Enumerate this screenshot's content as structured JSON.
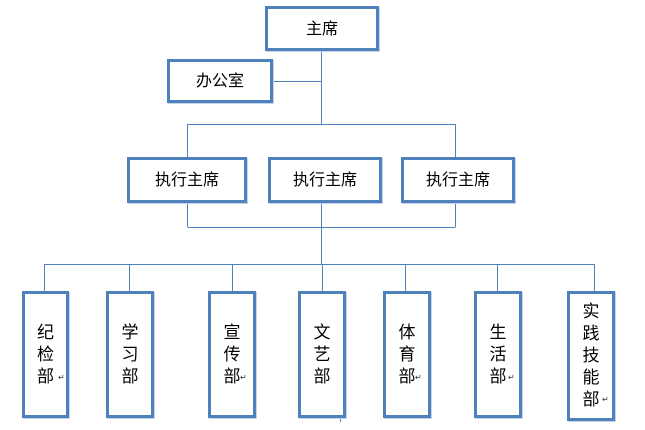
{
  "chairman": "主席",
  "office": "办公室",
  "executive_chairs": [
    "执行主席",
    "执行主席",
    "执行主席"
  ],
  "departments": [
    {
      "name": "纪检部",
      "chars": [
        "纪",
        "检",
        "部"
      ]
    },
    {
      "name": "学习部",
      "chars": [
        "学",
        "习",
        "部"
      ]
    },
    {
      "name": "宣传部",
      "chars": [
        "宣",
        "传",
        "部"
      ]
    },
    {
      "name": "文艺部",
      "chars": [
        "文",
        "艺",
        "部"
      ]
    },
    {
      "name": "体育部",
      "chars": [
        "体",
        "育",
        "部"
      ]
    },
    {
      "name": "生活部",
      "chars": [
        "生",
        "活",
        "部"
      ]
    },
    {
      "name": "实践技能部",
      "chars": [
        "实",
        "践",
        "技",
        "能",
        "部"
      ]
    }
  ],
  "colors": {
    "box_border": "#4f81bd",
    "connector": "#4f81bd",
    "text": "#000000",
    "background": "#ffffff"
  }
}
